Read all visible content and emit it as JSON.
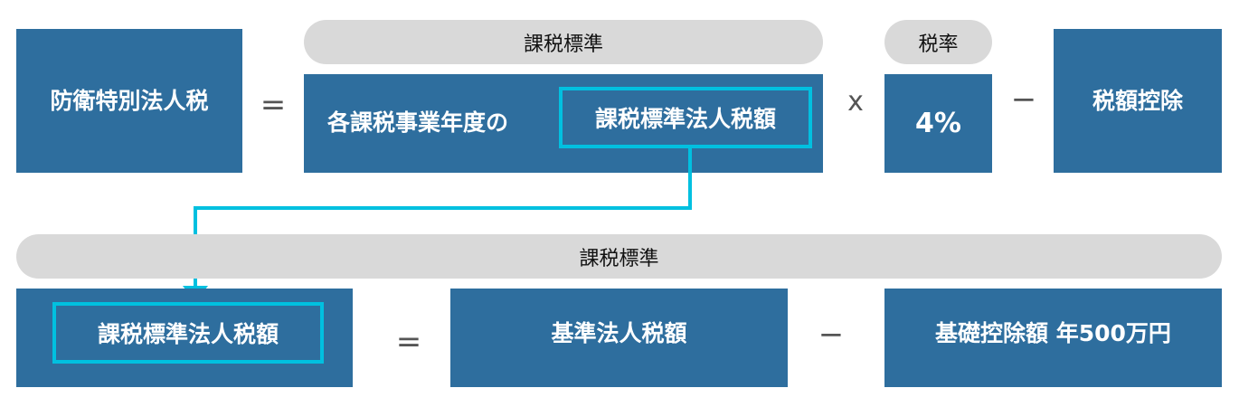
{
  "colors": {
    "box": "#2e6e9e",
    "pill": "#d9d9d9",
    "highlight": "#00c0e0",
    "operator": "#555555"
  },
  "top": {
    "result": "防衛特別法人税",
    "op_equals": "=",
    "base_label": "課税標準",
    "base_prefix": "各課税事業年度の",
    "base_highlight": "課税標準法人税額",
    "op_times": "x",
    "rate_label": "税率",
    "rate_value": "4%",
    "op_minus": "−",
    "deduction": "税額控除"
  },
  "bottom": {
    "label": "課税標準",
    "result_highlight": "課税標準法人税額",
    "op_equals": "=",
    "base": "基準法人税額",
    "op_minus": "−",
    "deduction": "基礎控除額 年500万円"
  }
}
